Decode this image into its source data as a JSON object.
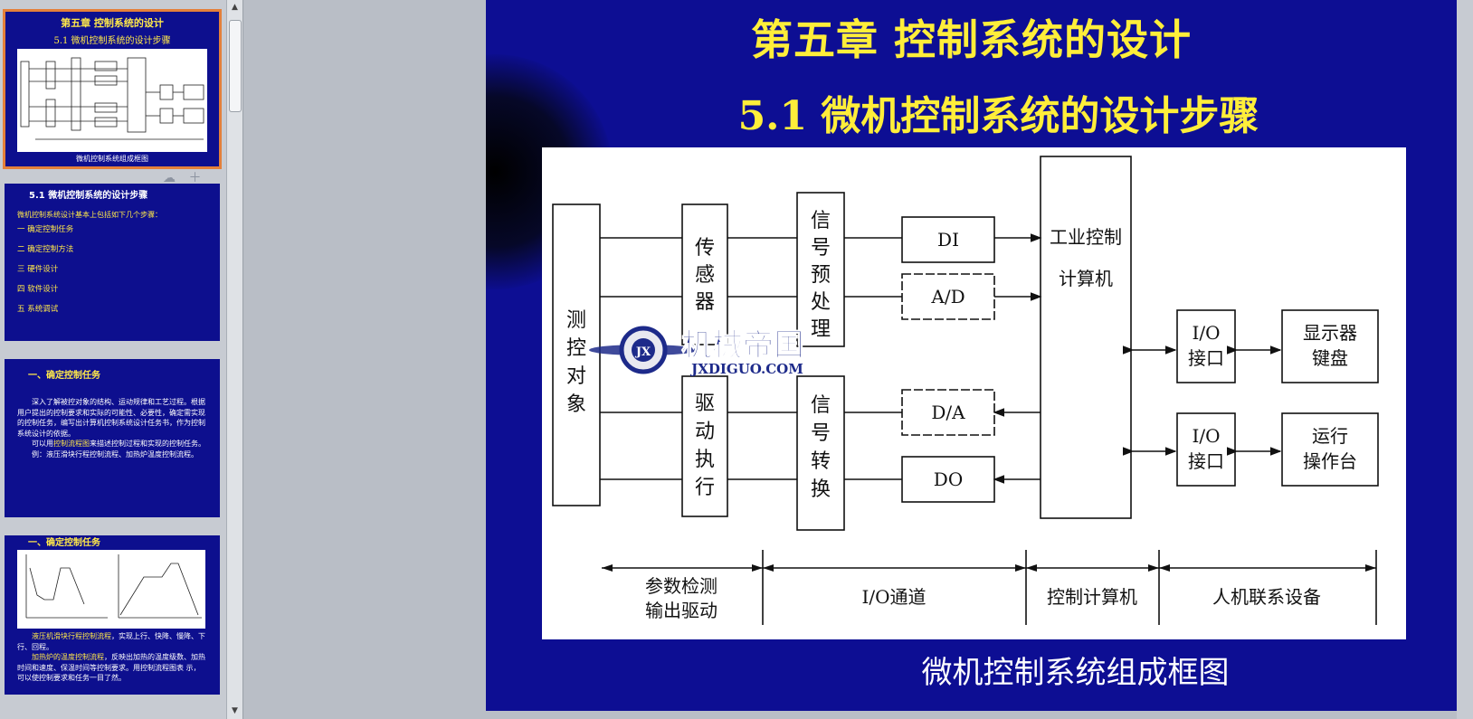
{
  "thumbnails": [
    {
      "title": "第五章  控制系统的设计",
      "subtitle": "5.1 微机控制系统的设计步骤",
      "caption": "微机控制系统组成框图"
    },
    {
      "title": "5.1   微机控制系统的设计步骤",
      "intro": "微机控制系统设计基本上包括如下几个步骤：",
      "items": [
        "一 确定控制任务",
        "二 确定控制方法",
        "三 硬件设计",
        "四 软件设计",
        "五 系统调试"
      ]
    },
    {
      "title": "一、确定控制任务",
      "para1": "深入了解被控对象的结构、运动规律和工艺过程。根据用户提出的控制要求和实际的可能性、必要性，确定需实现的控制任务，编写出计算机控制系统设计任务书，作为控制系统设计的依据。",
      "para2_prefix": "可以用",
      "para2_highlight": "控制流程图",
      "para2_suffix": "来描述控制过程和实现的控制任务。",
      "para3": "例：液压滑块行程控制流程、加热炉温度控制流程。"
    },
    {
      "title": "一、确定控制任务",
      "para1_highlight": "液压机滑块行程控制流程",
      "para1_rest": "，实现上行、快降、慢降、下行、回程。",
      "para2_highlight": "加热炉的温度控制流程",
      "para2_rest": "，反映出加热的温度级数、加热时间和速度、保温时间等控制要求。用控制流程图表 示，可以使控制要求和任务一目了然。"
    }
  ],
  "slide": {
    "title": "第五章  控制系统的设计",
    "subtitle": "5.1 微机控制系统的设计步骤",
    "caption": "微机控制系统组成框图",
    "diagram": {
      "object": [
        "测",
        "控",
        "对",
        "象"
      ],
      "sensor": [
        "传",
        "感",
        "器"
      ],
      "actuator": [
        "驱",
        "动",
        "执",
        "行"
      ],
      "preprocess": [
        "信",
        "号",
        "预",
        "处",
        "理"
      ],
      "convert": [
        "信",
        "号",
        "转",
        "换"
      ],
      "di": "DI",
      "ad": "A/D",
      "da": "D/A",
      "do": "DO",
      "computer_line1": "工业控制",
      "computer_line2": "计算机",
      "io1_line1": "I/O",
      "io1_line2": "接口",
      "io2_line1": "I/O",
      "io2_line2": "接口",
      "display_line1": "显示器",
      "display_line2": "键盘",
      "console_line1": "运行",
      "console_line2": "操作台",
      "band1_line1": "参数检测",
      "band1_line2": "输出驱动",
      "band2": "I/O通道",
      "band3": "控制计算机",
      "band4": "人机联系设备"
    },
    "watermark": {
      "name": "机械帝国",
      "url": "JXDIGUO.COM",
      "badge": "JX"
    }
  },
  "colors": {
    "slide_bg": "#0d0e93",
    "title": "#ffee3a",
    "selected_outline": "#e4803a"
  }
}
